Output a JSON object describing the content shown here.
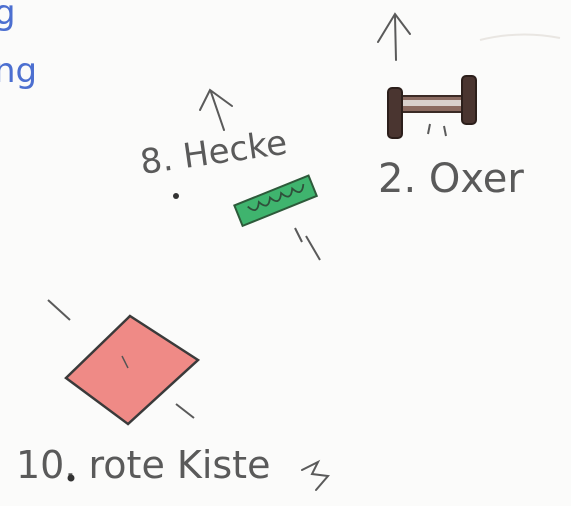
{
  "corner_notes": [
    {
      "text": "g"
    },
    {
      "text": "ng"
    }
  ],
  "obstacles": [
    {
      "id": "hecke",
      "label": "8. Hecke",
      "color": "#3fb46e"
    },
    {
      "id": "oxer",
      "label": "2. Oxer",
      "color": "#4a3530"
    },
    {
      "id": "kiste",
      "label": "10. rote Kiste",
      "color": "#ef8a86"
    }
  ],
  "colors": {
    "pencil": "#5a5a5a",
    "ink_blue": "#4c6fd0",
    "paper": "#fbfbfa"
  }
}
